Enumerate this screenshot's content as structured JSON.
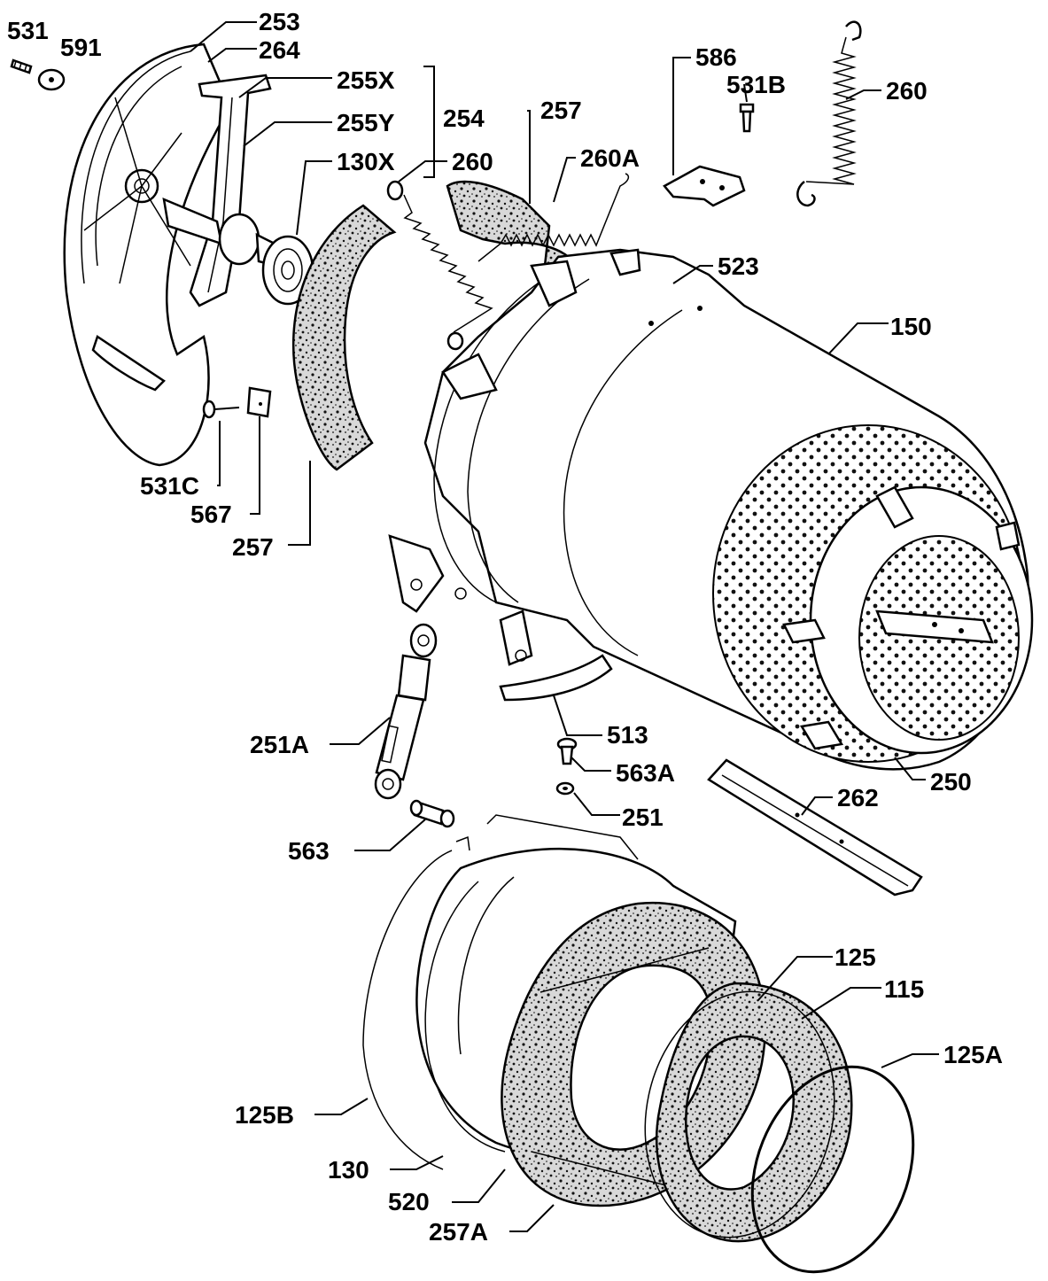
{
  "labels": {
    "l531": "531",
    "l591": "591",
    "l253": "253",
    "l264": "264",
    "l255X": "255X",
    "l255Y": "255Y",
    "l254": "254",
    "l130X": "130X",
    "l260_top": "260",
    "l257_top": "257",
    "l260A": "260A",
    "l586": "586",
    "l531B": "531B",
    "l260_right": "260",
    "l523": "523",
    "l150": "150",
    "l531C": "531C",
    "l567": "567",
    "l257_left": "257",
    "l251A": "251A",
    "l513": "513",
    "l563A": "563A",
    "l250": "250",
    "l251": "251",
    "l262": "262",
    "l563": "563",
    "l125": "125",
    "l115": "115",
    "l125A": "125A",
    "l125B": "125B",
    "l130": "130",
    "l520": "520",
    "l257A": "257A"
  }
}
